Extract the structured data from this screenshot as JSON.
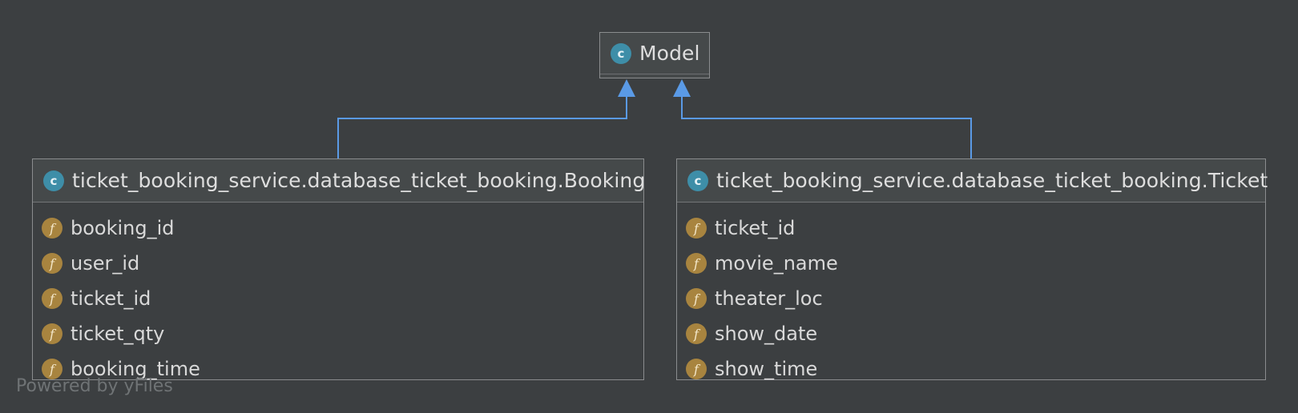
{
  "diagram": {
    "nodes": {
      "model": {
        "icon_letter": "c",
        "title": "Model",
        "fields": []
      },
      "booking": {
        "icon_letter": "c",
        "title": "ticket_booking_service.database_ticket_booking.Booking",
        "fields": [
          {
            "icon_letter": "f",
            "name": "booking_id"
          },
          {
            "icon_letter": "f",
            "name": "user_id"
          },
          {
            "icon_letter": "f",
            "name": "ticket_id"
          },
          {
            "icon_letter": "f",
            "name": "ticket_qty"
          },
          {
            "icon_letter": "f",
            "name": "booking_time"
          }
        ]
      },
      "ticket": {
        "icon_letter": "c",
        "title": "ticket_booking_service.database_ticket_booking.Ticket",
        "fields": [
          {
            "icon_letter": "f",
            "name": "ticket_id"
          },
          {
            "icon_letter": "f",
            "name": "movie_name"
          },
          {
            "icon_letter": "f",
            "name": "theater_loc"
          },
          {
            "icon_letter": "f",
            "name": "show_date"
          },
          {
            "icon_letter": "f",
            "name": "show_time"
          }
        ]
      }
    },
    "edges": [
      {
        "from": "booking",
        "to": "model",
        "relation": "inheritance"
      },
      {
        "from": "ticket",
        "to": "model",
        "relation": "inheritance"
      }
    ],
    "colors": {
      "background": "#3c3f41",
      "connector": "#5a9ae6",
      "class_icon": "#3e8ea8",
      "field_icon": "#a8843f"
    },
    "watermark": "Powered by yFiles"
  }
}
